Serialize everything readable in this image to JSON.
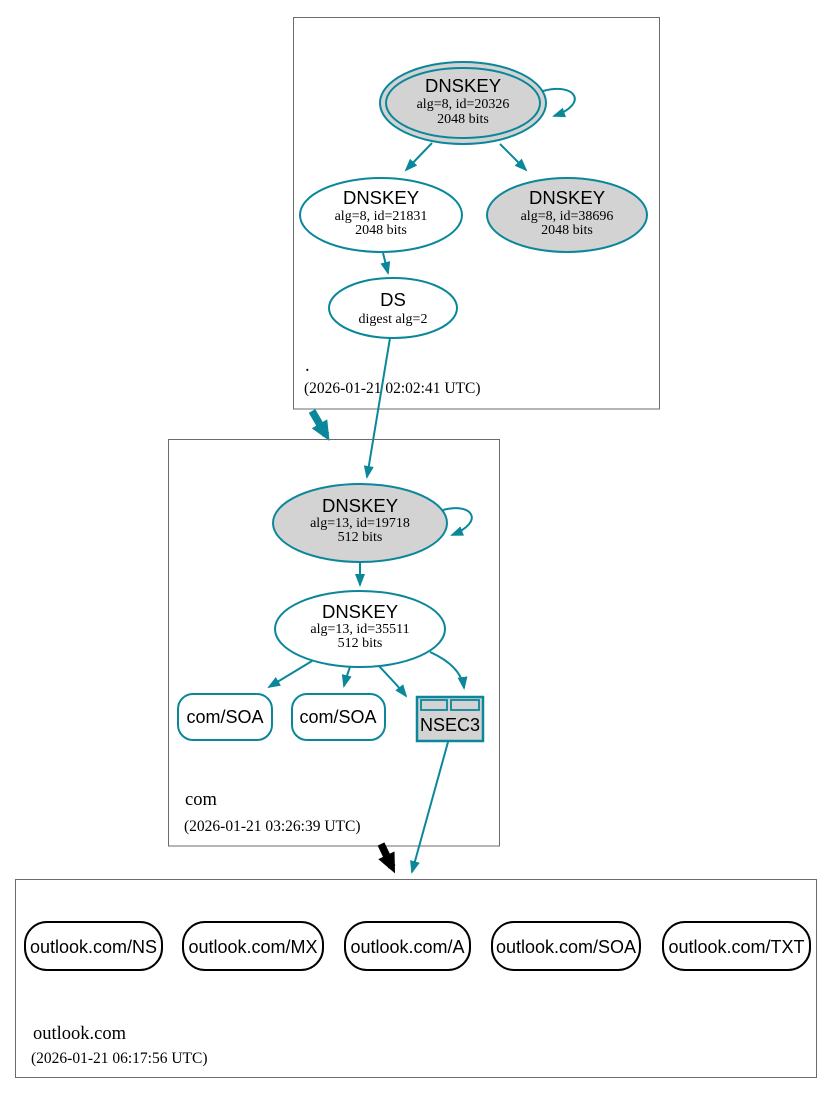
{
  "colors": {
    "secure": "#0a879a",
    "insecure": "#000000",
    "node_gray": "#d3d3d3",
    "node_white": "#ffffff",
    "box_border": "#6b6b6b",
    "text": "#000000"
  },
  "zones": {
    "root": {
      "label": ".",
      "timestamp": "(2026-01-21 02:02:41 UTC)",
      "nodes": {
        "ksk": {
          "title": "DNSKEY",
          "detail1": "alg=8, id=20326",
          "detail2": "2048 bits"
        },
        "zsk": {
          "title": "DNSKEY",
          "detail1": "alg=8, id=21831",
          "detail2": "2048 bits"
        },
        "dnskey3": {
          "title": "DNSKEY",
          "detail1": "alg=8, id=38696",
          "detail2": "2048 bits"
        },
        "ds": {
          "title": "DS",
          "detail1": "digest alg=2"
        }
      }
    },
    "com": {
      "label": "com",
      "timestamp": "(2026-01-21 03:26:39 UTC)",
      "nodes": {
        "ksk": {
          "title": "DNSKEY",
          "detail1": "alg=13, id=19718",
          "detail2": "512 bits"
        },
        "zsk": {
          "title": "DNSKEY",
          "detail1": "alg=13, id=35511",
          "detail2": "512 bits"
        },
        "soa1": {
          "label": "com/SOA"
        },
        "soa2": {
          "label": "com/SOA"
        },
        "nsec3": {
          "label": "NSEC3"
        }
      }
    },
    "outlook": {
      "label": "outlook.com",
      "timestamp": "(2026-01-21 06:17:56 UTC)",
      "rrsets": [
        {
          "label": "outlook.com/NS"
        },
        {
          "label": "outlook.com/MX"
        },
        {
          "label": "outlook.com/A"
        },
        {
          "label": "outlook.com/SOA"
        },
        {
          "label": "outlook.com/TXT"
        }
      ]
    }
  }
}
